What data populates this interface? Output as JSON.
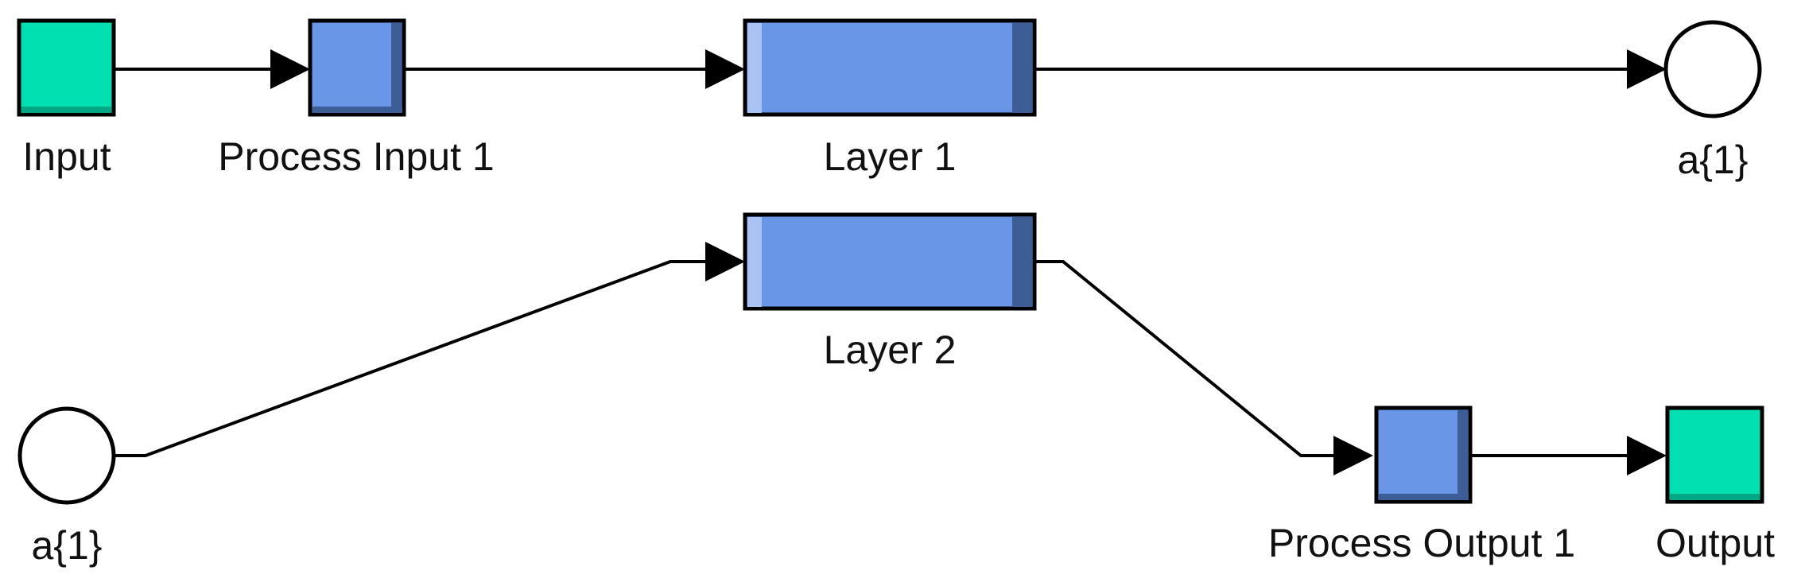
{
  "diagram": {
    "nodes": {
      "input": {
        "label": "Input"
      },
      "process_input_1": {
        "label": "Process Input 1"
      },
      "layer_1": {
        "label": "Layer 1"
      },
      "output_port_1": {
        "label": "a{1}"
      },
      "layer_2": {
        "label": "Layer 2"
      },
      "input_port_1": {
        "label": "a{1}"
      },
      "process_output_1": {
        "label": "Process Output 1"
      },
      "output": {
        "label": "Output"
      }
    },
    "colors": {
      "io_block": "#00e0b0",
      "process_block": "#6a96e8",
      "process_shadow": "#3c5d96",
      "process_highlight": "#a9c3f3",
      "wire": "#000000"
    },
    "connections": [
      [
        "input",
        "process_input_1"
      ],
      [
        "process_input_1",
        "layer_1"
      ],
      [
        "layer_1",
        "output_port_1"
      ],
      [
        "input_port_1",
        "layer_2"
      ],
      [
        "layer_2",
        "process_output_1"
      ],
      [
        "process_output_1",
        "output"
      ]
    ]
  }
}
